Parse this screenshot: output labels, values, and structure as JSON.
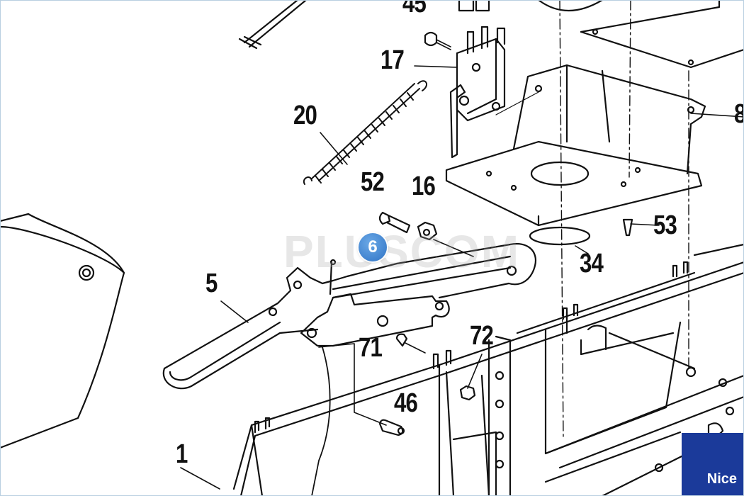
{
  "diagram": {
    "part_labels": [
      {
        "id": "l45",
        "text": "45"
      },
      {
        "id": "l17",
        "text": "17"
      },
      {
        "id": "l20",
        "text": "20"
      },
      {
        "id": "l52",
        "text": "52"
      },
      {
        "id": "l16",
        "text": "16"
      },
      {
        "id": "l53",
        "text": "53"
      },
      {
        "id": "l34",
        "text": "34"
      },
      {
        "id": "l8",
        "text": "8"
      },
      {
        "id": "l5",
        "text": "5"
      },
      {
        "id": "l71",
        "text": "71"
      },
      {
        "id": "l72",
        "text": "72"
      },
      {
        "id": "l46",
        "text": "46"
      },
      {
        "id": "l1",
        "text": "1"
      }
    ],
    "hotspot": {
      "label": "6",
      "color": "#3b82d6"
    },
    "watermark": "PLUSCOM",
    "brand": {
      "text": "Nice",
      "color": "#1b3a9a"
    }
  }
}
